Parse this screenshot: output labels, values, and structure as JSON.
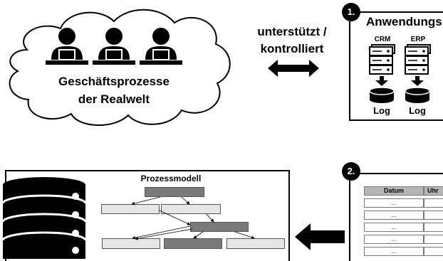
{
  "cloud": {
    "line1": "Geschäftsprozesse",
    "line2": "der Realwelt"
  },
  "relation": {
    "line1": "unterstützt /",
    "line2": "kontrolliert"
  },
  "step1": {
    "badge": "1.",
    "title": "Anwendungs",
    "systems": [
      {
        "name": "CRM",
        "log": "Log"
      },
      {
        "name": "ERP",
        "log": "Log"
      }
    ]
  },
  "step2": {
    "badge": "2.",
    "columns": [
      "Datum",
      "Uhr"
    ],
    "cell": "..."
  },
  "model": {
    "title": "Prozessmodell"
  },
  "icons": [
    "person-at-desk-icon",
    "server-icon",
    "database-icon",
    "double-arrow-icon",
    "left-arrow-icon"
  ]
}
